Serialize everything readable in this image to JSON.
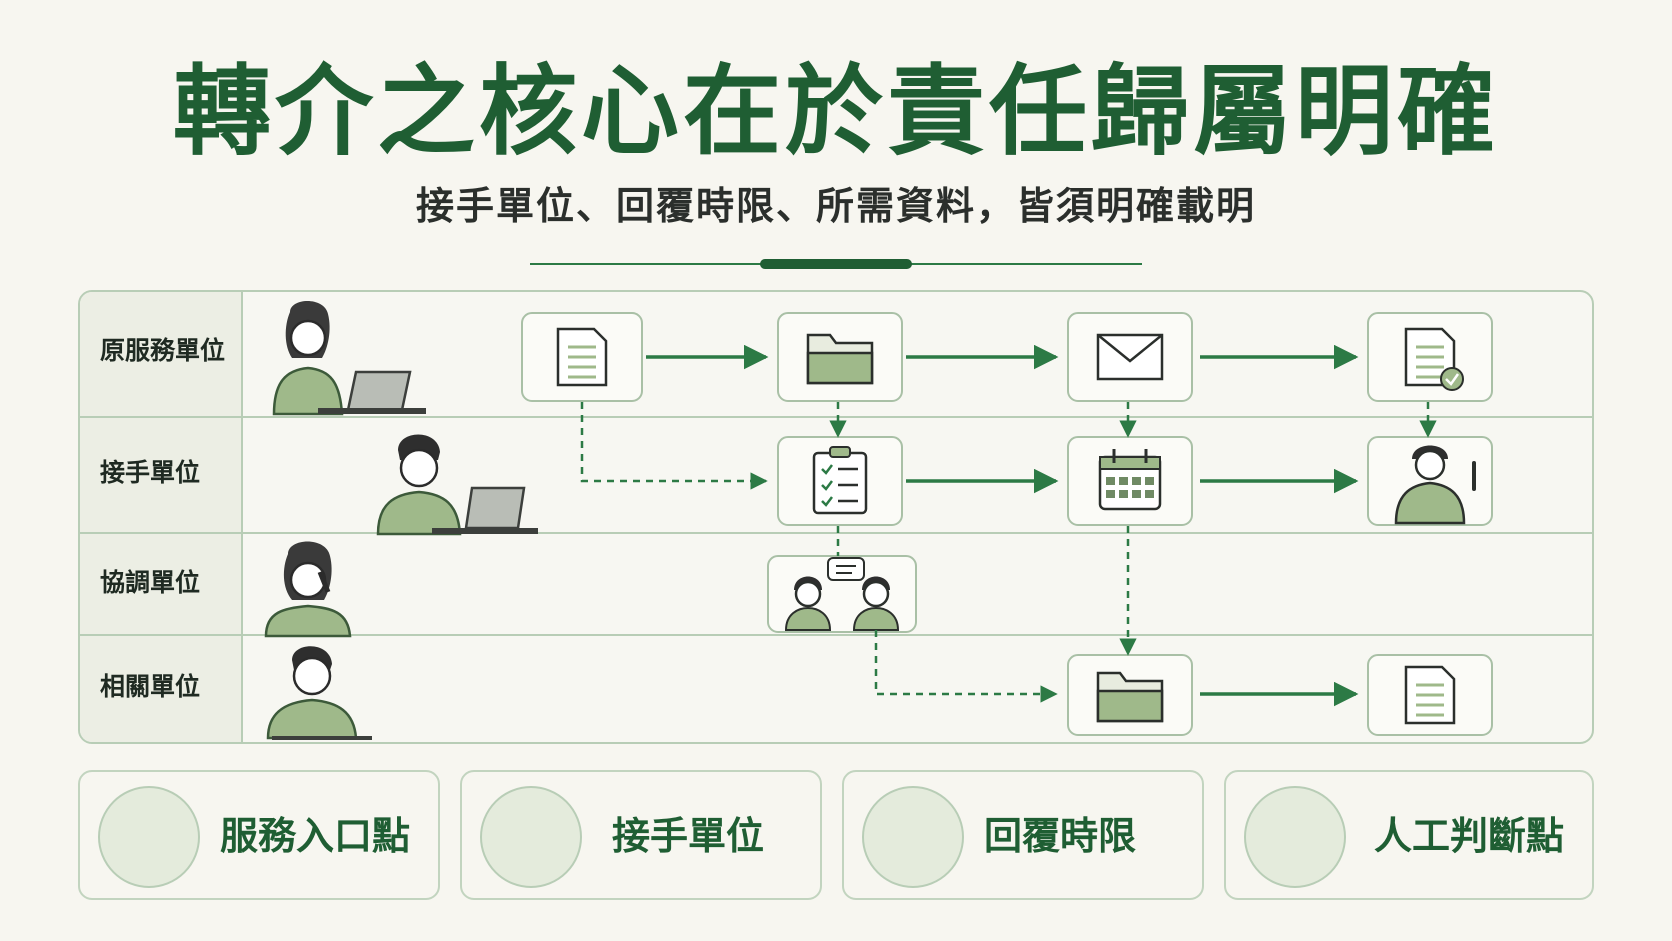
{
  "title": "轉介之核心在於責任歸屬明確",
  "subtitle": "接手單位、回覆時限、所需資料，皆須明確載明",
  "lanes": [
    "原服務單位",
    "接手單位",
    "協調單位",
    "相關單位"
  ],
  "legend": [
    {
      "label": "服務入口點",
      "icon": "building-icon"
    },
    {
      "label": "接手單位",
      "icon": "people-icon"
    },
    {
      "label": "回覆時限",
      "icon": "calendar-icon"
    },
    {
      "label": "人工判斷點",
      "icon": "person-pointing-icon"
    }
  ],
  "colors": {
    "dark_green": "#1f5e33",
    "mid_green": "#2c7a45",
    "light_green": "#8fae7a",
    "background": "#f7f6f0"
  }
}
